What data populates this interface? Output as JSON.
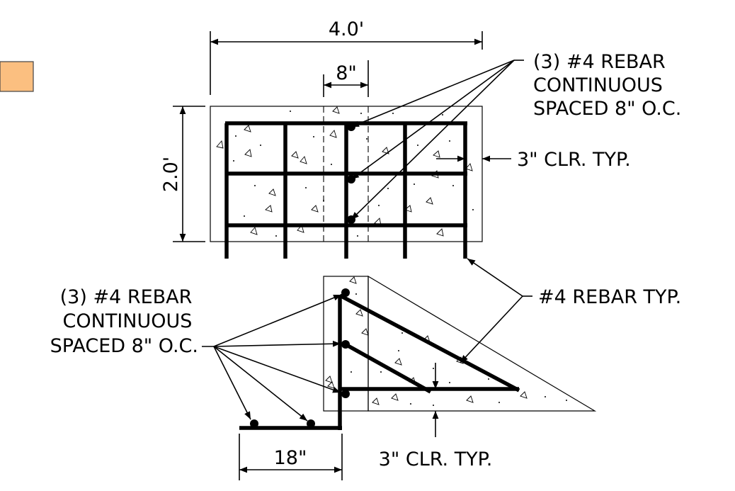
{
  "legend": {
    "swatch_color": "#fbbf80",
    "swatch_border": "#444444"
  },
  "labels": {
    "width_4ft": "4.0'",
    "spacing_8in": "8\"",
    "height_2ft": "2.0'",
    "rebar_top": [
      "(3) #4 REBAR",
      "CONTINUOUS",
      "SPACED 8\" O.C."
    ],
    "clr_side": "3\" CLR. TYP.",
    "rebar_typ": "#4 REBAR TYP.",
    "rebar_left": [
      "(3) #4 REBAR",
      "CONTINUOUS",
      "SPACED 8\" O.C."
    ],
    "dim_18in": "18\"",
    "clr_bottom": "3\" CLR. TYP."
  }
}
